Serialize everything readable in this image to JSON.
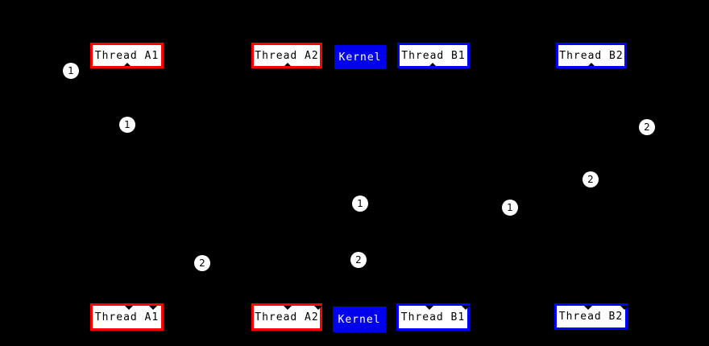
{
  "diagram": {
    "description": "Thread scheduling diagram: user threads mapped across Kernel, before (top) and after (bottom) states, edges hidden on black background",
    "background_color": "#000000",
    "colors": {
      "thread_a_border": "#ff0000",
      "thread_b_border": "#0000ff",
      "kernel_fill": "#0000ee",
      "node_fill": "#ffffff",
      "node_text": "#000000",
      "kernel_text": "#ffffff",
      "edge_label_fill": "#ffffff",
      "edge_label_text": "#000000"
    },
    "top_nodes": [
      {
        "label": "Thread A1",
        "group": "thread-a"
      },
      {
        "label": "Thread A2",
        "group": "thread-a"
      },
      {
        "label": "Kernel",
        "group": "kernel"
      },
      {
        "label": "Thread B1",
        "group": "thread-b"
      },
      {
        "label": "Thread B2",
        "group": "thread-b"
      }
    ],
    "bottom_nodes": [
      {
        "label": "Thread A1",
        "group": "thread-a"
      },
      {
        "label": "Thread A2",
        "group": "thread-a"
      },
      {
        "label": "Kernel",
        "group": "kernel"
      },
      {
        "label": "Thread B1",
        "group": "thread-b"
      },
      {
        "label": "Thread B2",
        "group": "thread-b"
      }
    ],
    "edge_labels": [
      {
        "text": "1"
      },
      {
        "text": "1"
      },
      {
        "text": "2"
      },
      {
        "text": "2"
      },
      {
        "text": "1"
      },
      {
        "text": "1"
      },
      {
        "text": "2"
      },
      {
        "text": "2"
      }
    ]
  }
}
